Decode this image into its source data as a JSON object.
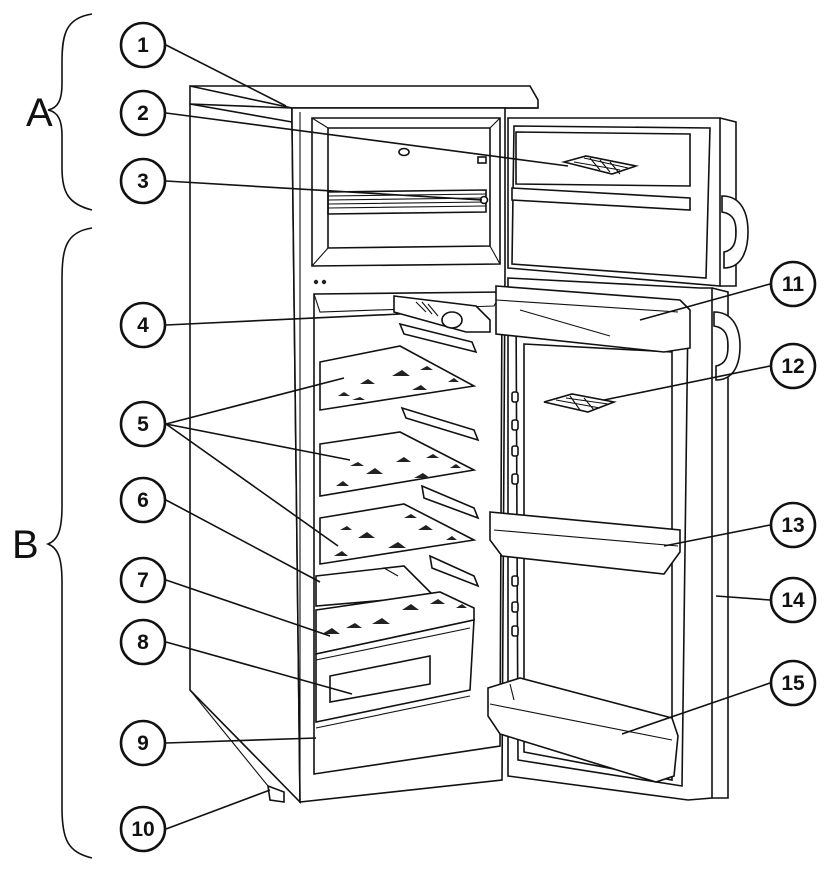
{
  "sections": [
    {
      "id": "A",
      "label": "A"
    },
    {
      "id": "B",
      "label": "B"
    }
  ],
  "callouts": [
    "1",
    "2",
    "3",
    "4",
    "5",
    "6",
    "7",
    "8",
    "9",
    "10",
    "11",
    "12",
    "13",
    "14",
    "15"
  ],
  "colors": {
    "ink": "#111111",
    "paper": "#ffffff"
  }
}
